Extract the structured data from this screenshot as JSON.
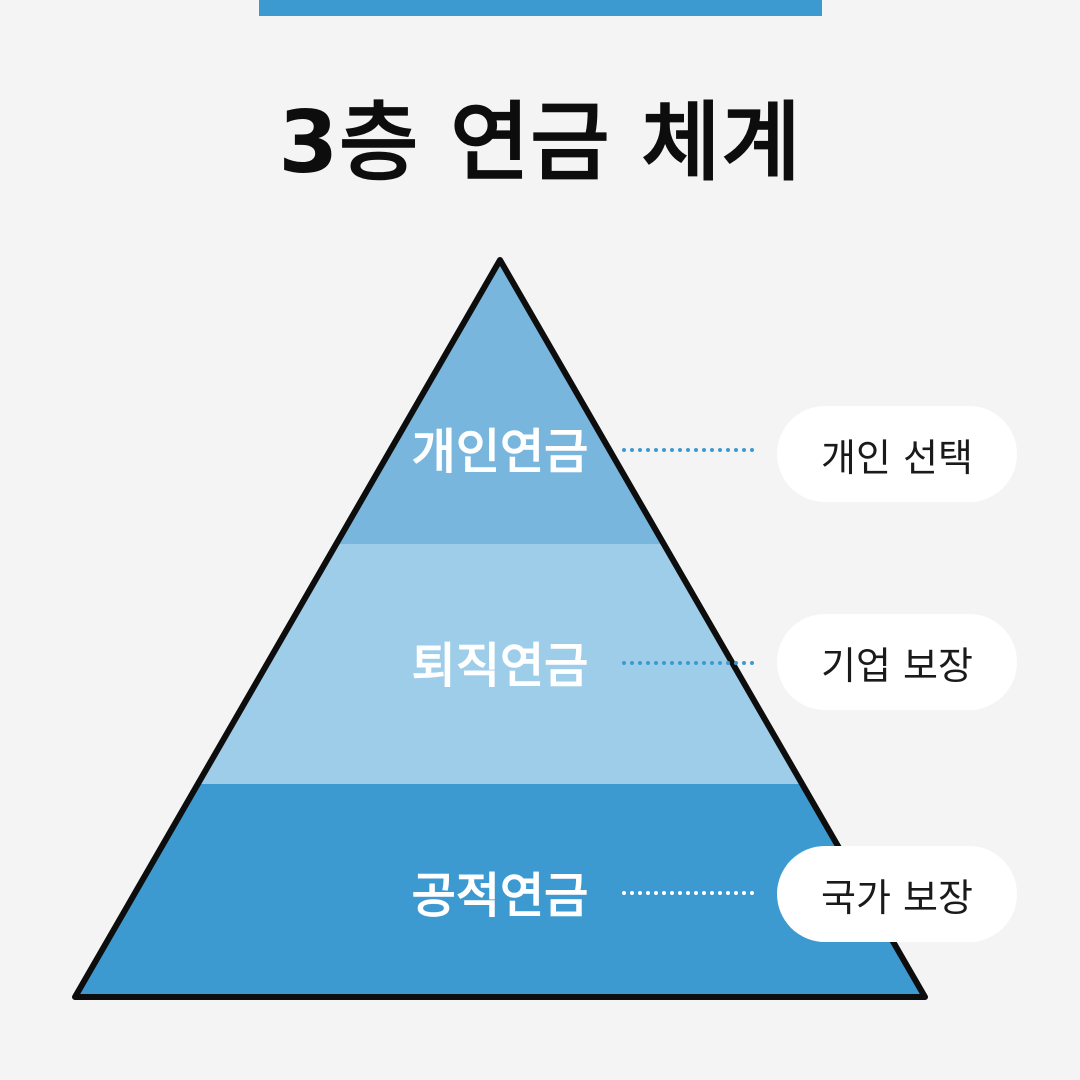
{
  "title": "3층 연금 체계",
  "colors": {
    "accent": "#3d9ad1",
    "tier_top": "#78b6de",
    "tier_middle": "#9ecde9",
    "tier_bottom": "#3d9ad1",
    "outline": "#0d0d0d",
    "pill_background": "#ffffff",
    "background": "#f4f4f4"
  },
  "tiers": [
    {
      "label": "개인연금",
      "description": "개인 선택"
    },
    {
      "label": "퇴직연금",
      "description": "기업 보장"
    },
    {
      "label": "공적연금",
      "description": "국가 보장"
    }
  ]
}
